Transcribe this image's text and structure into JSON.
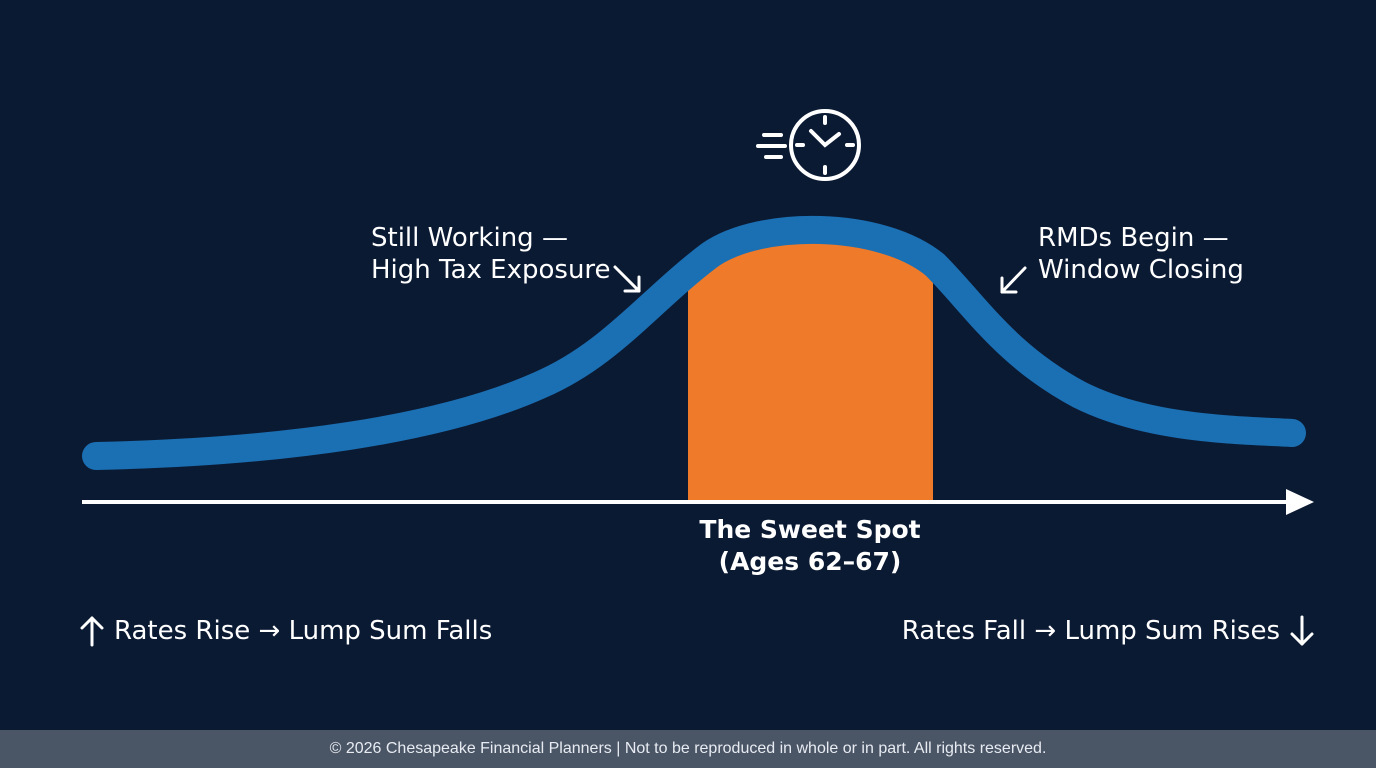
{
  "annotations": {
    "left": {
      "line1": "Still Working —",
      "line2": "High Tax Exposure"
    },
    "right": {
      "line1": "RMDs Begin —",
      "line2": "Window Closing"
    }
  },
  "sweet_spot": {
    "line1": "The Sweet Spot",
    "line2": "(Ages 62–67)"
  },
  "notes": {
    "left": "Rates Rise → Lump Sum Falls",
    "right": "Rates Fall → Lump Sum Rises"
  },
  "footer": {
    "text": "© 2026 Chesapeake Financial Planners | Not to be reproduced in whole or in part. All rights reserved."
  },
  "icons": {
    "timing": "fast-clock-icon",
    "left_pointer": "arrow-down-right-icon",
    "right_pointer": "arrow-down-left-icon",
    "up": "arrow-up-icon",
    "down": "arrow-down-icon",
    "axis": "timeline-arrow"
  },
  "colors": {
    "background": "#0b1a33",
    "curve": "#1b6fb3",
    "sweet_spot": "#ee7a2a",
    "text": "#ffffff",
    "footer_bg": "#4a5566"
  }
}
